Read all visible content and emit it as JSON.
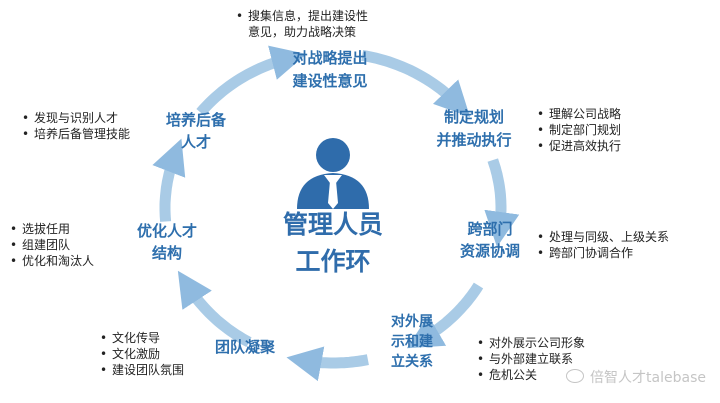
{
  "center": {
    "title_line1": "管理人员",
    "title_line2": "工作环"
  },
  "nodes": [
    {
      "id": "strategy",
      "line1": "对战略提出",
      "line2": "建设性意见"
    },
    {
      "id": "plan",
      "line1": "制定规划",
      "line2": "并推动执行"
    },
    {
      "id": "cross",
      "line1": "跨部门",
      "line2": "资源协调"
    },
    {
      "id": "external",
      "line1": "对外展",
      "line2": "示和建",
      "line3": "立关系"
    },
    {
      "id": "team",
      "line1": "团队凝聚"
    },
    {
      "id": "structure",
      "line1": "优化人才",
      "line2": "结构"
    },
    {
      "id": "reserve",
      "line1": "培养后备",
      "line2": "人才"
    }
  ],
  "bullets": {
    "strategy": [
      "搜集信息，提出建设性",
      "意见，助力战略决策"
    ],
    "plan": [
      "理解公司战略",
      "制定部门规划",
      "促进高效执行"
    ],
    "cross": [
      "处理与同级、上级关系",
      "跨部门协调合作"
    ],
    "external": [
      "对外展示公司形象",
      "与外部建立联系",
      "危机公关"
    ],
    "team": [
      "文化传导",
      "文化激励",
      "建设团队氛围"
    ],
    "structure": [
      "选拔任用",
      "组建团队",
      "优化和淘汰人"
    ],
    "reserve": [
      "发现与识别人才",
      "培养后备管理技能"
    ]
  },
  "bullet_symbol": "•",
  "watermark": "倍智人才talebase",
  "colors": {
    "ring": "#a9cbe6",
    "ring_arrow": "#8fbadf",
    "node_text": "#2e6fad",
    "center_text": "#2f6cab",
    "person": "#2f6cab"
  }
}
